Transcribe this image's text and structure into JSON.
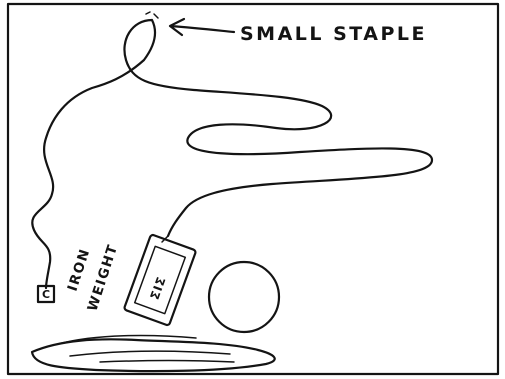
{
  "labels": {
    "staple": "SMALL STAPLE",
    "iron_word": "IRON",
    "weight_word": "WEIGHT",
    "weight_letter": "C",
    "card_text": "ΣΙΣ"
  },
  "colors": {
    "ink": "#141414",
    "paper": "#ffffff"
  }
}
